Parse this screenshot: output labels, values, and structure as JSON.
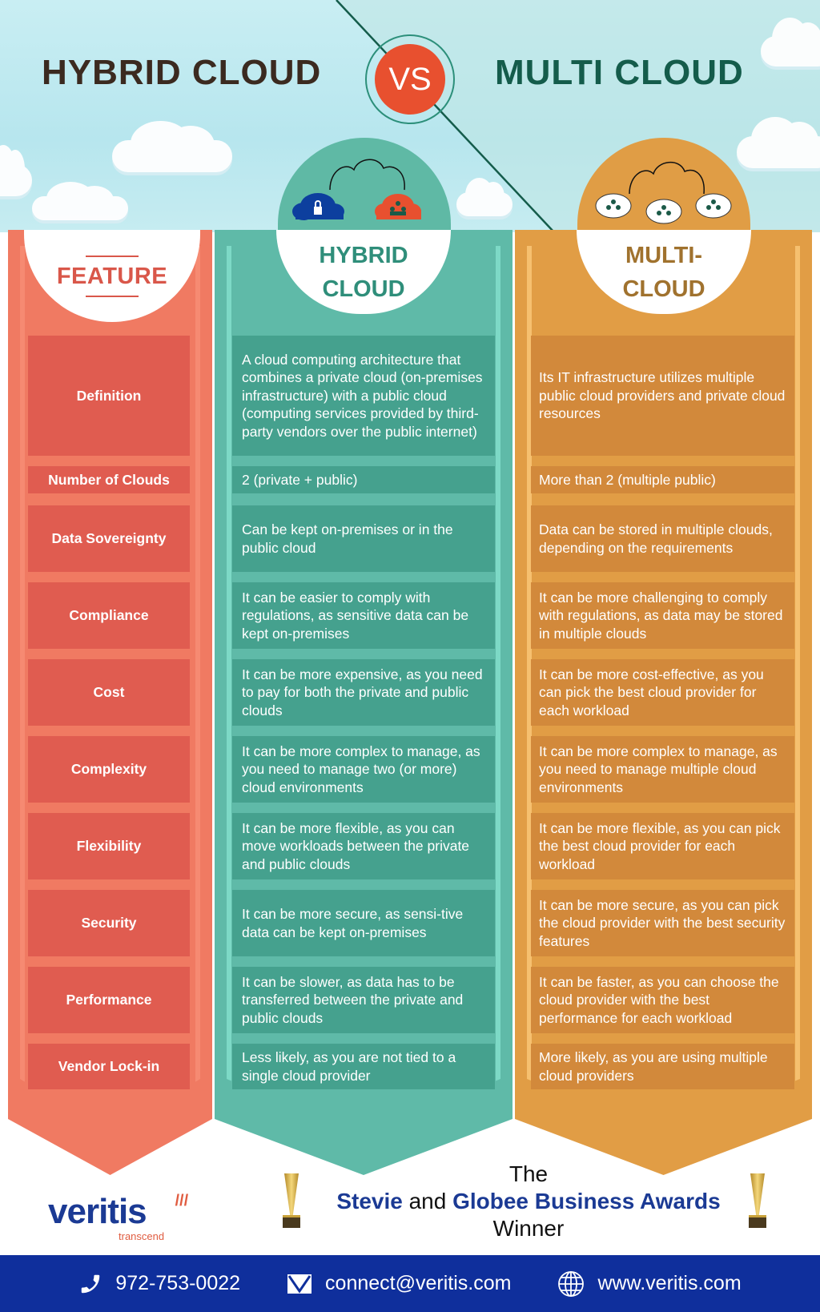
{
  "header": {
    "title_left": "HYBRID CLOUD",
    "vs": "VS",
    "title_right": "MULTI CLOUD"
  },
  "columns": {
    "feature": {
      "label": "FEATURE"
    },
    "hybrid": {
      "label_line1": "HYBRID",
      "label_line2": "CLOUD"
    },
    "multi": {
      "label_line1": "MULTI-",
      "label_line2": "CLOUD"
    }
  },
  "rows": [
    {
      "feature": "Definition",
      "hybrid": "A cloud computing architecture that combines a private cloud (on-premises infrastructure) with a public cloud (computing services provided by third-party vendors over the public internet)",
      "multi": "Its IT infrastructure utilizes multiple public cloud providers and private cloud resources"
    },
    {
      "feature": "Number of Clouds",
      "hybrid": "2 (private + public)",
      "multi": "More than 2 (multiple public)"
    },
    {
      "feature": "Data Sovereignty",
      "hybrid": "Can be kept on-premises or in the public cloud",
      "multi": "Data can be stored in multiple clouds, depending on the requirements"
    },
    {
      "feature": "Compliance",
      "hybrid": "It can be easier to comply with regulations, as sensitive data can be kept on-premises",
      "multi": "It can be more challenging to comply with regulations, as data may be stored in multiple clouds"
    },
    {
      "feature": "Cost",
      "hybrid": "It can be more expensive, as you need to pay for both the private and public clouds",
      "multi": "It can be more cost-effective, as you can pick the best cloud provider for each workload"
    },
    {
      "feature": "Complexity",
      "hybrid": "It can be more complex to manage, as you need to manage two (or more) cloud environments",
      "multi": "It can be more complex to manage, as you need to manage multiple cloud environments"
    },
    {
      "feature": "Flexibility",
      "hybrid": "It can be more flexible, as you can move workloads between the private and public clouds",
      "multi": "It can be more flexible, as you can pick the best cloud provider for each workload"
    },
    {
      "feature": "Security",
      "hybrid": "It can be more secure, as sensi-tive data can be kept on-premises",
      "multi": "It can be more secure, as you can pick the cloud provider with the best security features"
    },
    {
      "feature": "Performance",
      "hybrid": "It can be slower, as data has to be transferred between the private and public clouds",
      "multi": "It can be faster, as you can choose the cloud provider with the best performance for each workload"
    },
    {
      "feature": "Vendor Lock-in",
      "hybrid": "Less likely, as you are not tied to a single cloud provider",
      "multi": "More likely, as you are using multiple cloud providers"
    }
  ],
  "branding": {
    "logo": "veritis",
    "tagline": "transcend"
  },
  "award": {
    "line1": "The",
    "stevie": "Stevie",
    "and": " and ",
    "globee": "Globee Business Awards",
    "line3": "Winner"
  },
  "footer": {
    "phone": "972-753-0022",
    "email": "connect@veritis.com",
    "website": "www.veritis.com"
  },
  "colors": {
    "feature": "#f07a62",
    "hybrid": "#5fbaa8",
    "multi": "#e19d45",
    "vs": "#e8502f",
    "footer": "#0f2f9c"
  }
}
